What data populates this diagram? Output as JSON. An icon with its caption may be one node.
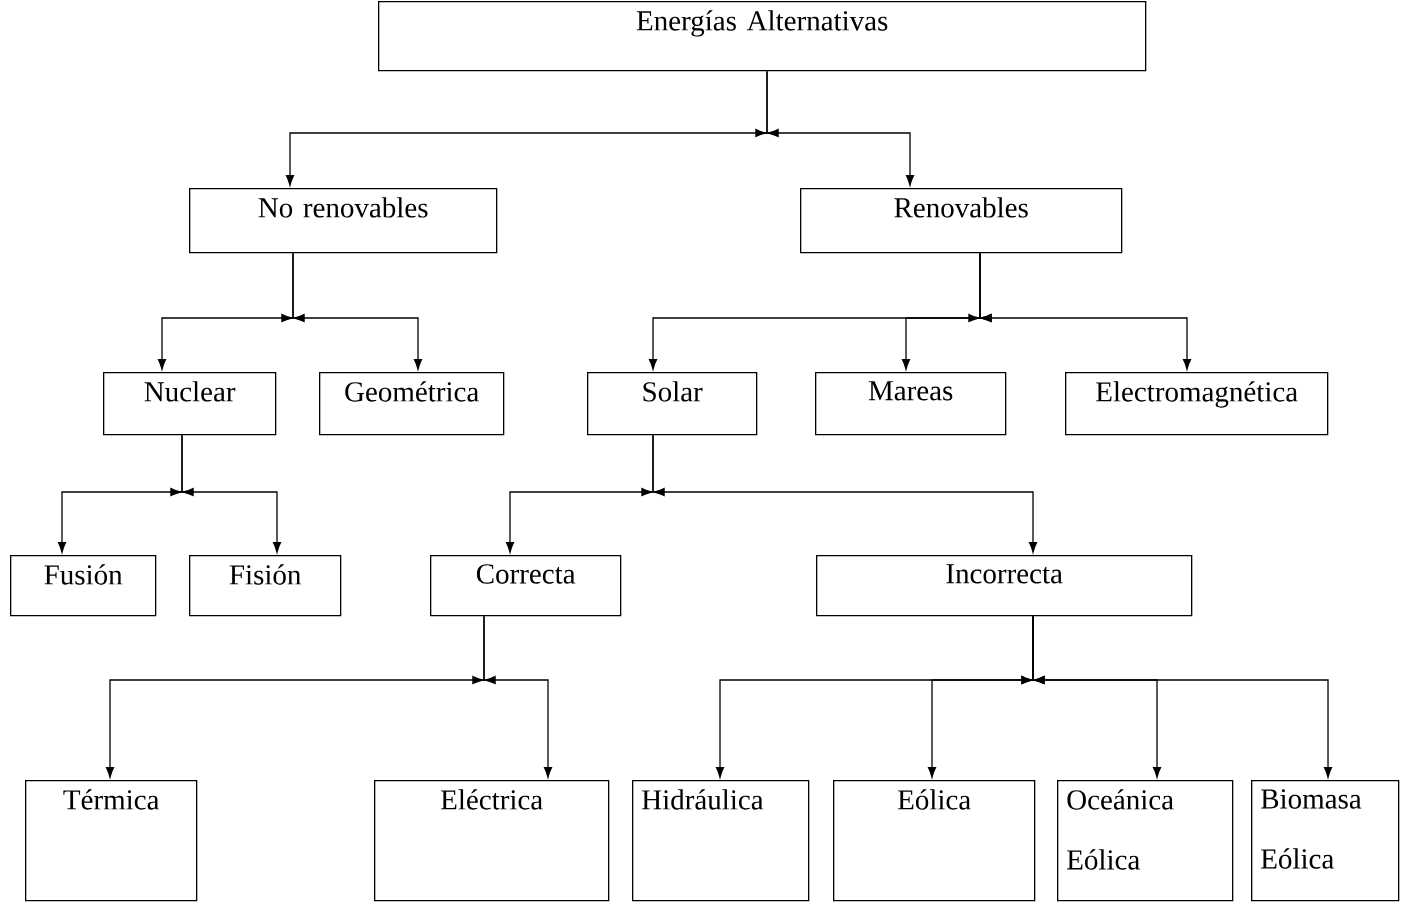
{
  "diagram": {
    "nodes": [
      {
        "text": [
          "Energías Alternativas"
        ]
      },
      {
        "text": [
          "No renovables"
        ]
      },
      {
        "text": [
          "Renovables"
        ]
      },
      {
        "text": [
          "Nuclear"
        ]
      },
      {
        "text": [
          "Geométrica"
        ]
      },
      {
        "text": [
          "Solar"
        ]
      },
      {
        "text": [
          "Mareas"
        ]
      },
      {
        "text": [
          "Electromagnética"
        ]
      },
      {
        "text": [
          "Fusión"
        ]
      },
      {
        "text": [
          "Fisión"
        ]
      },
      {
        "text": [
          "Correcta"
        ]
      },
      {
        "text": [
          "Incorrecta"
        ]
      },
      {
        "text": [
          "Térmica"
        ]
      },
      {
        "text": [
          "Eléctrica"
        ]
      },
      {
        "text": [
          "Hidráulica"
        ]
      },
      {
        "text": [
          "Eólica"
        ]
      },
      {
        "text": [
          "Oceánica Eólica"
        ]
      },
      {
        "text": [
          "Biomasa Eólica"
        ]
      }
    ],
    "edges": [
      {
        "from": 0,
        "to": 1,
        "arrow": "to"
      },
      {
        "from": 0,
        "to": 2,
        "arrow": "to"
      },
      {
        "from": 1,
        "to": 3,
        "arrow": "to"
      },
      {
        "from": 1,
        "to": 4,
        "arrow": "to"
      },
      {
        "from": 2,
        "to": 5,
        "arrow": "to"
      },
      {
        "from": 2,
        "to": 6,
        "arrow": "to"
      },
      {
        "from": 2,
        "to": 7,
        "arrow": "to"
      },
      {
        "from": 3,
        "to": 8,
        "arrow": "to"
      },
      {
        "from": 3,
        "to": 9,
        "arrow": "to"
      },
      {
        "from": 5,
        "to": 10,
        "arrow": "to"
      },
      {
        "from": 5,
        "to": 11,
        "arrow": "to"
      },
      {
        "from": 10,
        "to": 12,
        "arrow": "to"
      },
      {
        "from": 10,
        "to": 13,
        "arrow": "to"
      },
      {
        "from": 11,
        "to": 14,
        "arrow": "to"
      },
      {
        "from": 11,
        "to": 15,
        "arrow": "to"
      },
      {
        "from": 11,
        "to": 16,
        "arrow": "to"
      },
      {
        "from": 11,
        "to": 17,
        "arrow": "to"
      }
    ]
  }
}
